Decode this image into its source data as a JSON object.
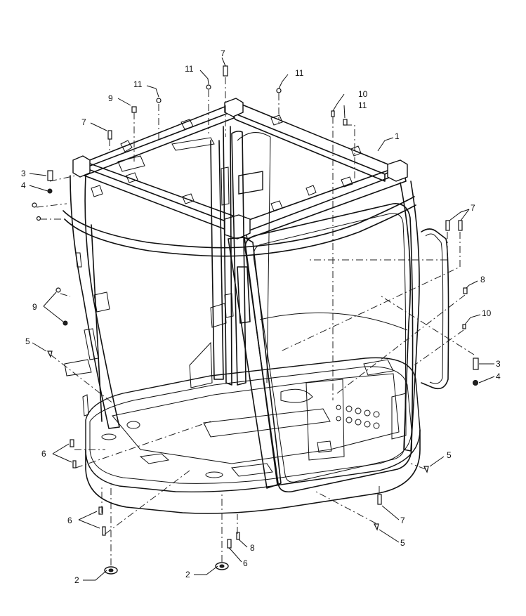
{
  "diagram": {
    "callouts": {
      "c1": "1",
      "c2a": "2",
      "c2b": "2",
      "c3a": "3",
      "c3b": "3",
      "c4a": "4",
      "c4b": "4",
      "c5a": "5",
      "c5b": "5",
      "c5c": "5",
      "c6a": "6",
      "c6b": "6",
      "c6c": "6",
      "c7a": "7",
      "c7b": "7",
      "c7c": "7",
      "c7d": "7",
      "c8a": "8",
      "c8b": "8",
      "c9a": "9",
      "c9b": "9",
      "c10a": "10",
      "c10b": "10",
      "c11a": "11",
      "c11b": "11",
      "c11c": "11",
      "c11d": "11"
    }
  }
}
